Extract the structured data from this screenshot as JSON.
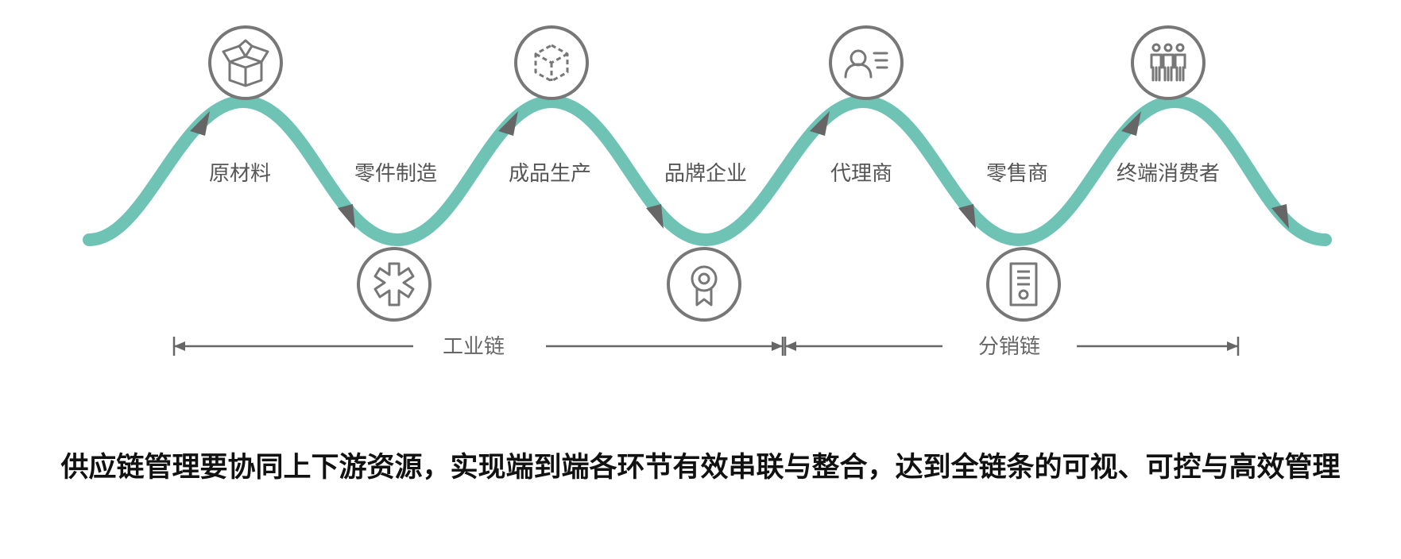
{
  "stages": [
    {
      "label": "原材料",
      "icon": "boxes-icon",
      "icon_side": "top"
    },
    {
      "label": "零件制造",
      "icon": "gear-icon",
      "icon_side": "bottom"
    },
    {
      "label": "成品生产",
      "icon": "cube-icon",
      "icon_side": "top"
    },
    {
      "label": "品牌企业",
      "icon": "award-badge-icon",
      "icon_side": "bottom"
    },
    {
      "label": "代理商",
      "icon": "agent-profile-icon",
      "icon_side": "top"
    },
    {
      "label": "零售商",
      "icon": "receipt-icon",
      "icon_side": "bottom"
    },
    {
      "label": "终端消费者",
      "icon": "consumers-icon",
      "icon_side": "top"
    }
  ],
  "chains": [
    {
      "label": "工业链"
    },
    {
      "label": "分销链"
    }
  ],
  "caption": "供应链管理要协同上下游资源，实现端到端各环节有效串联与整合，达到全链条的可视、可控与高效管理",
  "colors": {
    "wave": "#6EC3B4",
    "arrow": "#666666",
    "icon_stroke": "#777777",
    "text": "#555555",
    "caption": "#111111"
  }
}
